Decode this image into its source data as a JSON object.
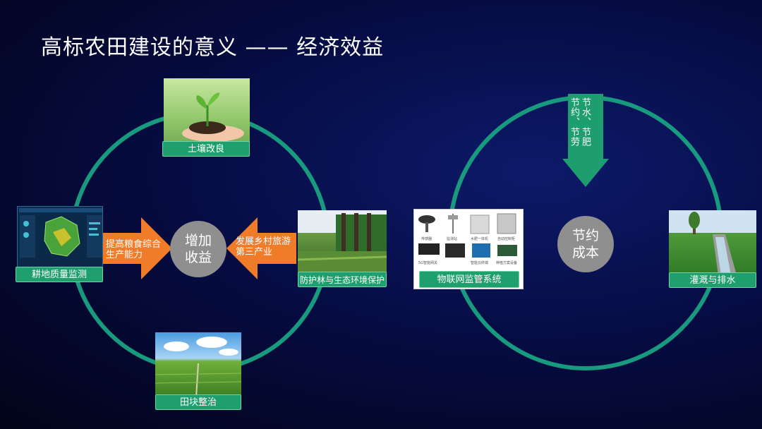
{
  "title": "高标农田建设的意义 —— 经济效益",
  "left_cycle": {
    "center": "增加收益",
    "soil": "土壤改良",
    "farmland_quality": "耕地质量监测",
    "field_block": "田块整治",
    "forest": "防护林与生态环境保护",
    "arrow_left_line1": "提高粮食综合",
    "arrow_left_line2": "生产能力",
    "arrow_right_line1": "发展乡村旅游",
    "arrow_right_line2": "第三产业"
  },
  "right_cycle": {
    "center": "节约成本",
    "down_arrow_col1": "节水、节肥",
    "down_arrow_col2": "节约、节劳",
    "iot": "物联网监管系统",
    "irrigation": "灌溉与排水",
    "device_labels": [
      "传感器",
      "监测站",
      "水肥一体机",
      "自动控制柜",
      "5G智能网关",
      "智能云终端",
      "种植方案设备"
    ]
  },
  "colors": {
    "ring": "#179a7e",
    "arrow_orange": "#f07c2a",
    "arrow_green": "#1e9e6f",
    "label_green": "#1f9e6e",
    "circle_gray": "#8f8f8f"
  }
}
